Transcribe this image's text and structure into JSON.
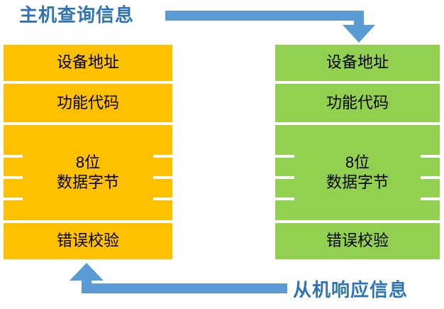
{
  "diagram": {
    "title_query": "主机查询信息",
    "title_response": "从机响应信息",
    "colors": {
      "master_frame": "#FFC000",
      "slave_frame": "#92D050",
      "arrow": "#5B9BD5",
      "label_text": "#2E74B5",
      "cell_divider": "#FFFFFF",
      "cell_text": "#000000"
    },
    "master_frame": {
      "name": "主机查询信息",
      "fields": [
        {
          "label": "设备地址"
        },
        {
          "label": "功能代码"
        },
        {
          "label_line1": "8位",
          "label_line2": "数据字节"
        },
        {
          "label": "错误校验"
        }
      ]
    },
    "slave_frame": {
      "name": "从机响应信息",
      "fields": [
        {
          "label": "设备地址"
        },
        {
          "label": "功能代码"
        },
        {
          "label_line1": "8位",
          "label_line2": "数据字节"
        },
        {
          "label": "错误校验"
        }
      ]
    },
    "arrows": [
      {
        "name": "query-arrow",
        "direction": "master-to-slave"
      },
      {
        "name": "response-arrow",
        "direction": "slave-to-master"
      }
    ]
  }
}
